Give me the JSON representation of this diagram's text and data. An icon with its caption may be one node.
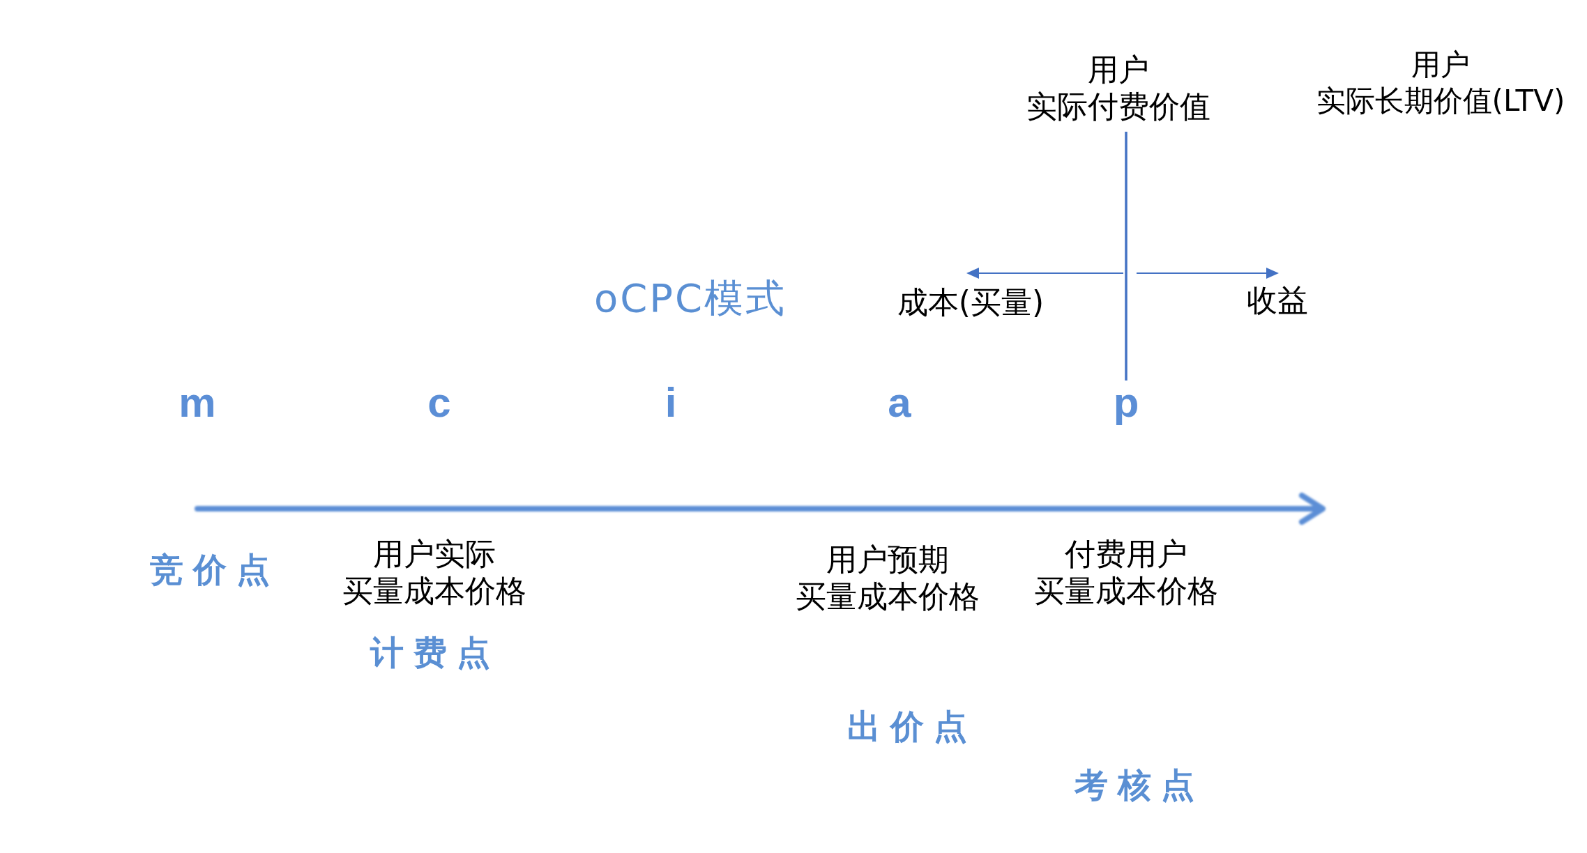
{
  "diagram": {
    "labels": [
      "用户实际付费价值",
      "用户实际长期价值(LTV)",
      "oCPC模式",
      "成本(买量)",
      "收益",
      "m",
      "c",
      "i",
      "a",
      "p",
      "竞价点",
      "用户实际买量成本价格",
      "用户预期买量成本价格",
      "付费用户买量成本价格",
      "计费点",
      "出价点",
      "考核点"
    ]
  }
}
